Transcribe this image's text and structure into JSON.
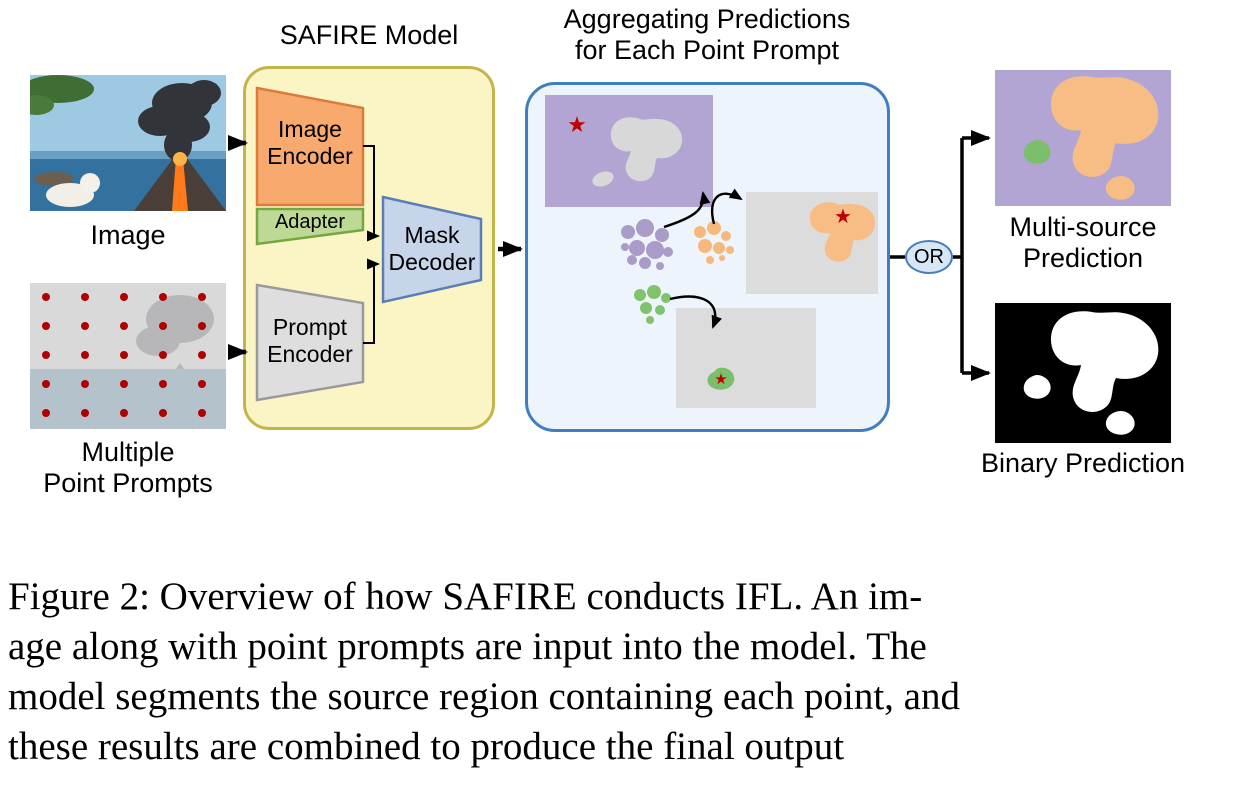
{
  "header": {
    "safire_title": "SAFIRE Model",
    "aggregating_line1": "Aggregating Predictions",
    "aggregating_line2": "for Each Point Prompt"
  },
  "inputs": {
    "image_label": "Image",
    "points_label_line1": "Multiple",
    "points_label_line2": "Point Prompts"
  },
  "model": {
    "image_encoder": "Image Encoder",
    "adapter": "Adapter",
    "prompt_encoder": "Prompt Encoder",
    "mask_decoder": "Mask Decoder"
  },
  "outputs": {
    "or_label": "OR",
    "multi_source_line1": "Multi-source",
    "multi_source_line2": "Prediction",
    "binary_label": "Binary Prediction"
  },
  "markers": {
    "star": "★"
  },
  "colors": {
    "model_box_fill": "#fbf5c6",
    "model_box_border": "#c2b64a",
    "image_encoder_fill": "#f8a96e",
    "image_encoder_border": "#d97c3c",
    "adapter_fill": "#bcda96",
    "adapter_border": "#76a73f",
    "prompt_encoder_fill": "#dedede",
    "prompt_encoder_border": "#9a9a9a",
    "mask_decoder_fill": "#c6d5ea",
    "mask_decoder_border": "#5b7fb5",
    "aggregation_box_fill": "#eef4fb",
    "aggregation_box_border": "#3f7fc1",
    "purple": "#b3a5d3",
    "orange": "#f8bd85",
    "green": "#7cbf6b",
    "star_red": "#c00000",
    "dot_red": "#b00000",
    "or_fill": "#d8e7f6",
    "or_border": "#4a7ebb"
  },
  "caption": {
    "lines": [
      "Figure 2: Overview of how SAFIRE conducts IFL. An im-",
      "age along with point prompts are input into the model. The",
      "model segments the source region containing each point, and",
      "these results are combined to produce the final output"
    ]
  }
}
